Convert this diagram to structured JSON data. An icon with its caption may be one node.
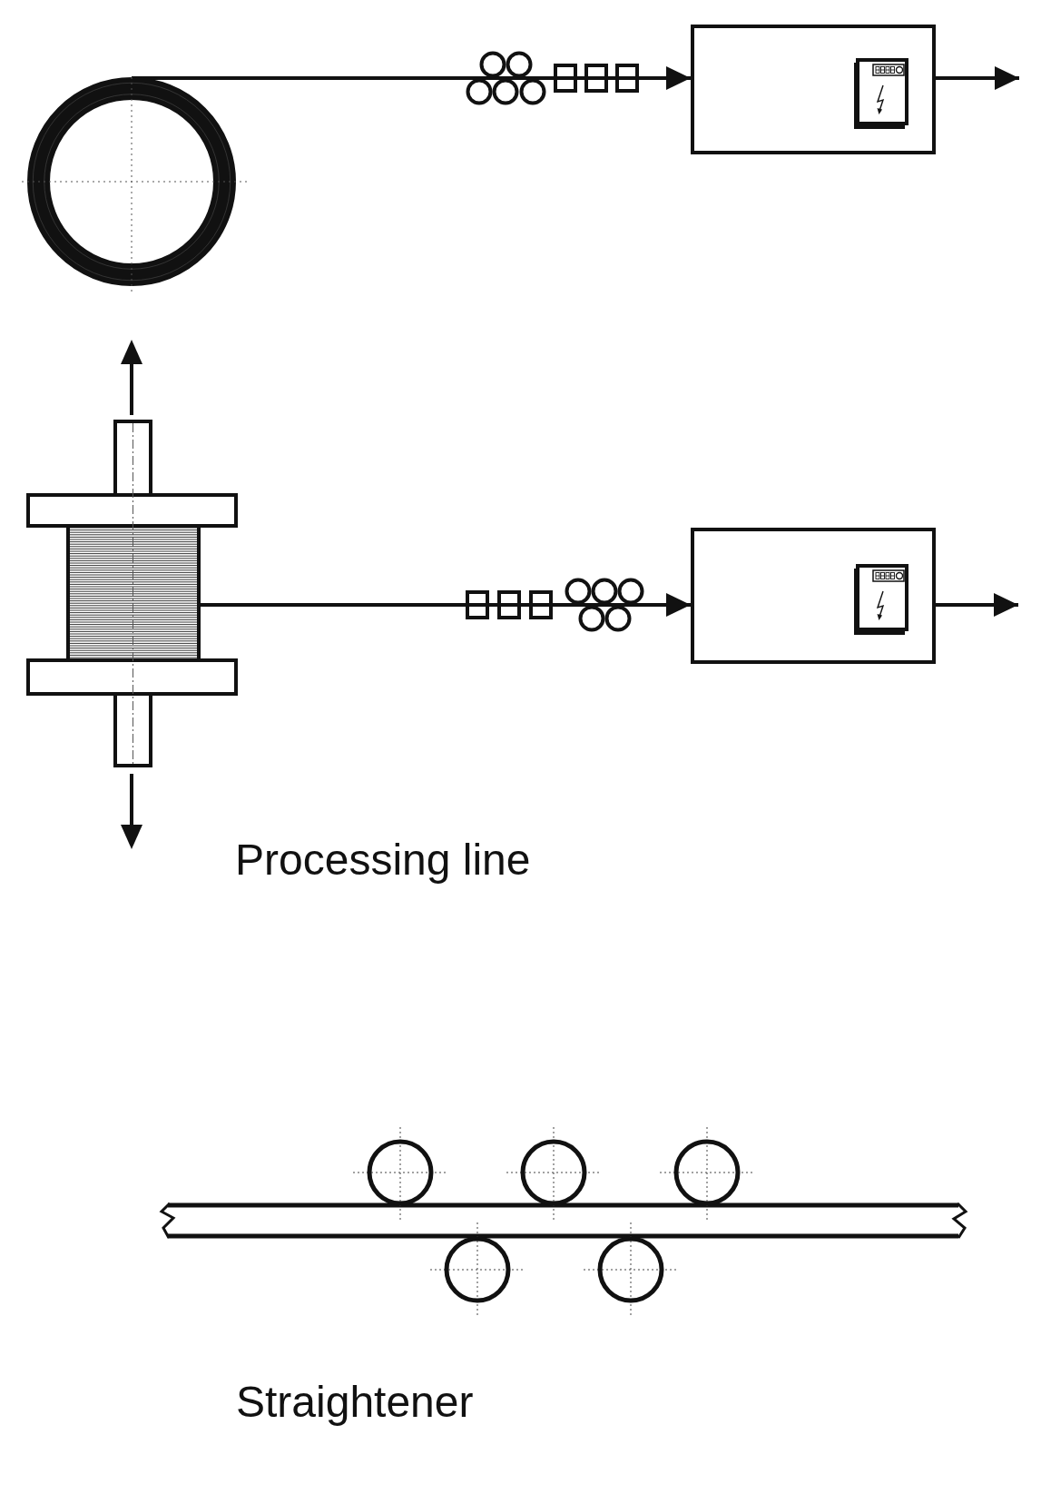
{
  "diagram": {
    "nodes": [
      {
        "text": [],
        "shape": "circle"
      },
      {
        "text": [],
        "shape": "picture"
      },
      {
        "text": [],
        "shape": "picture"
      },
      {
        "text": [],
        "shape": "box"
      },
      {
        "text": [],
        "shape": "picture"
      },
      {
        "text": [],
        "shape": "picture"
      },
      {
        "text": [],
        "shape": "picture"
      },
      {
        "text": [],
        "shape": "box"
      }
    ],
    "edges": [
      {
        "from": 0,
        "to": 1,
        "arrow": "none"
      },
      {
        "from": 1,
        "to": 2,
        "arrow": "none"
      },
      {
        "from": 2,
        "to": 3,
        "arrow": "to"
      },
      {
        "from": 3,
        "to": null,
        "arrow": "to"
      },
      {
        "from": 4,
        "to": 5,
        "arrow": "none"
      },
      {
        "from": 5,
        "to": 6,
        "arrow": "none"
      },
      {
        "from": 6,
        "to": 7,
        "arrow": "to"
      },
      {
        "from": 7,
        "to": null,
        "arrow": "to"
      }
    ],
    "labels": [
      "Processing line",
      "Straightener"
    ]
  }
}
